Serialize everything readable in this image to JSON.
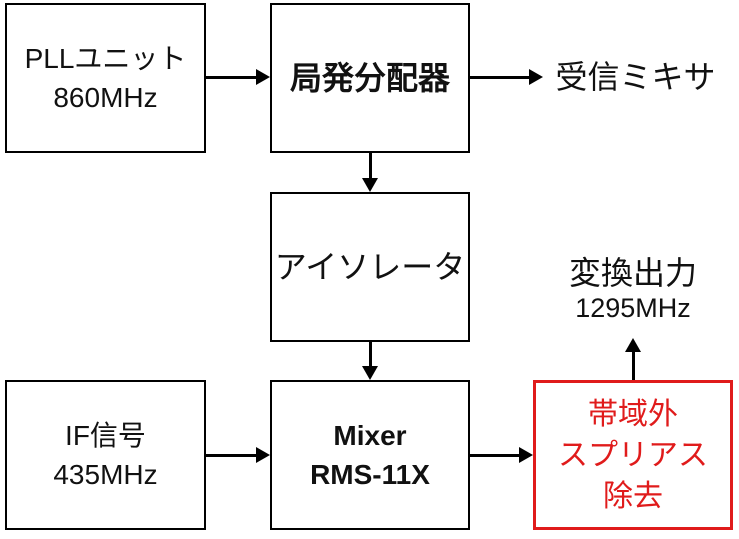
{
  "boxes": {
    "pll": {
      "line1": "PLLユニット",
      "line2": "860MHz"
    },
    "distributor": {
      "label": "局発分配器"
    },
    "isolator": {
      "label": "アイソレータ"
    },
    "if_signal": {
      "line1": "IF信号",
      "line2": "435MHz"
    },
    "mixer": {
      "line1": "Mixer",
      "line2": "RMS-11X"
    },
    "spurious": {
      "line1": "帯域外",
      "line2": "スプリアス",
      "line3": "除去"
    }
  },
  "labels": {
    "rx_mixer": "受信ミキサ",
    "output_line1": "変換出力",
    "output_line2": "1295MHz"
  },
  "colors": {
    "line": "#000000",
    "highlight": "#e01b1b",
    "background": "#ffffff"
  }
}
